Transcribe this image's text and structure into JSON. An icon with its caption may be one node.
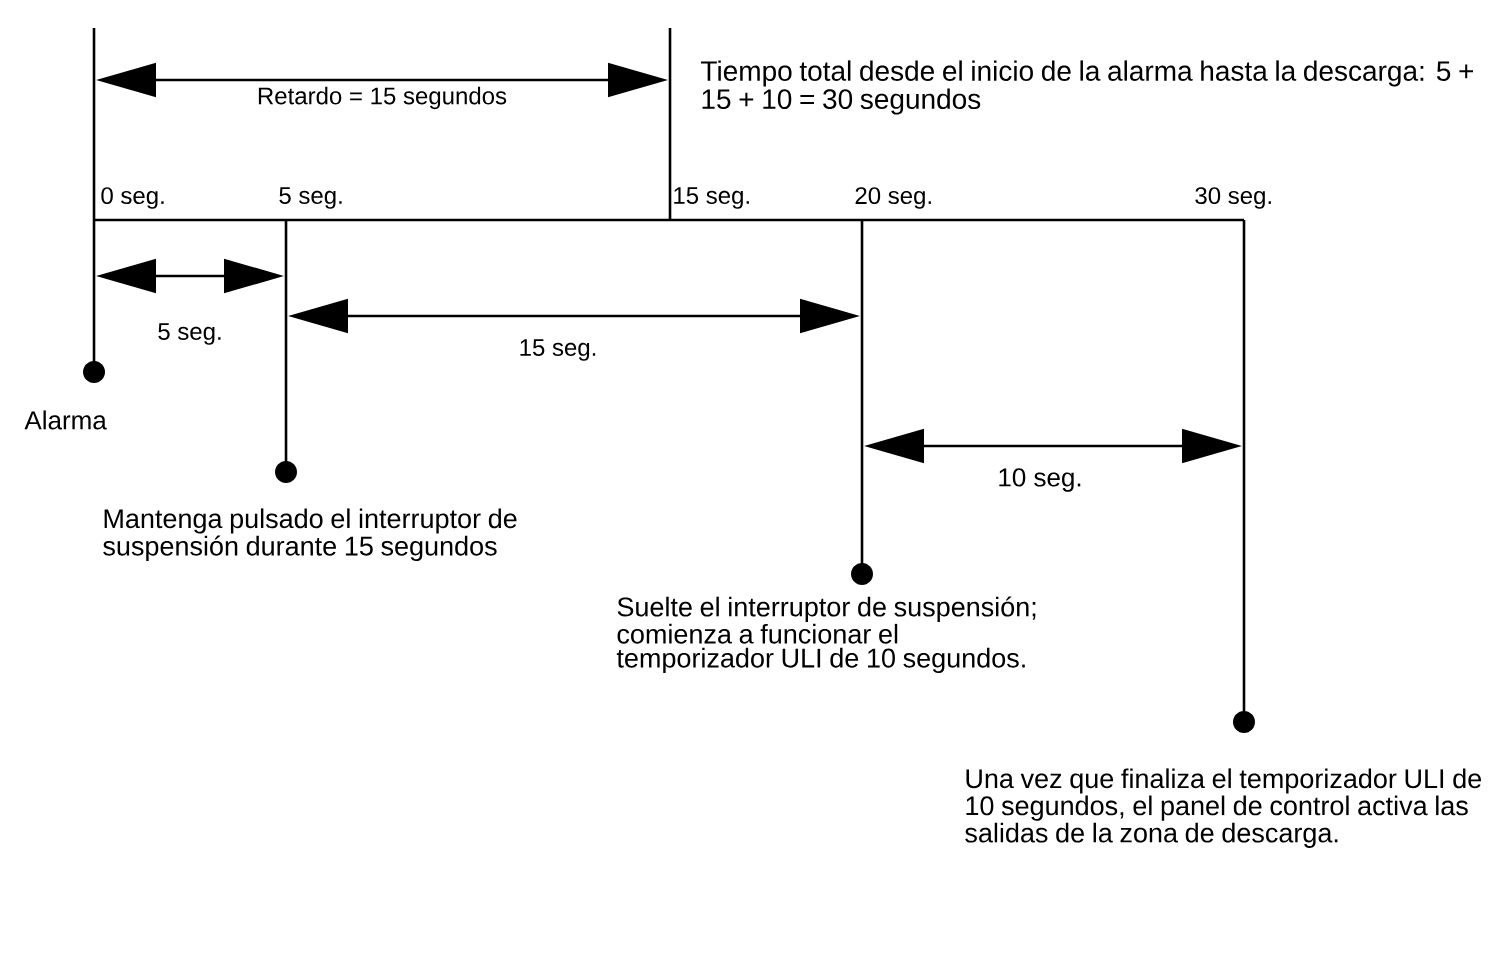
{
  "diagram": {
    "labels": [
      "Retardo = 15 segundos",
      "Tiempo total desde el inicio de la alarma hasta la descarga: 5 + 15 + 10 = 30 segundos",
      "0 seg.",
      "5 seg.",
      "15 seg.",
      "20 seg.",
      "30 seg.",
      "5 seg.",
      "15 seg.",
      "Alarma",
      "10 seg.",
      "Mantenga pulsado el interruptor de suspensión durante 15 segundos",
      "Suelte el interruptor de suspensión; comienza a funcionar el temporizador ULI de 10 segundos.",
      "Una vez que finaliza el temporizador ULI de 10 segundos, el panel de control activa las salidas de la zona de descarga."
    ]
  }
}
